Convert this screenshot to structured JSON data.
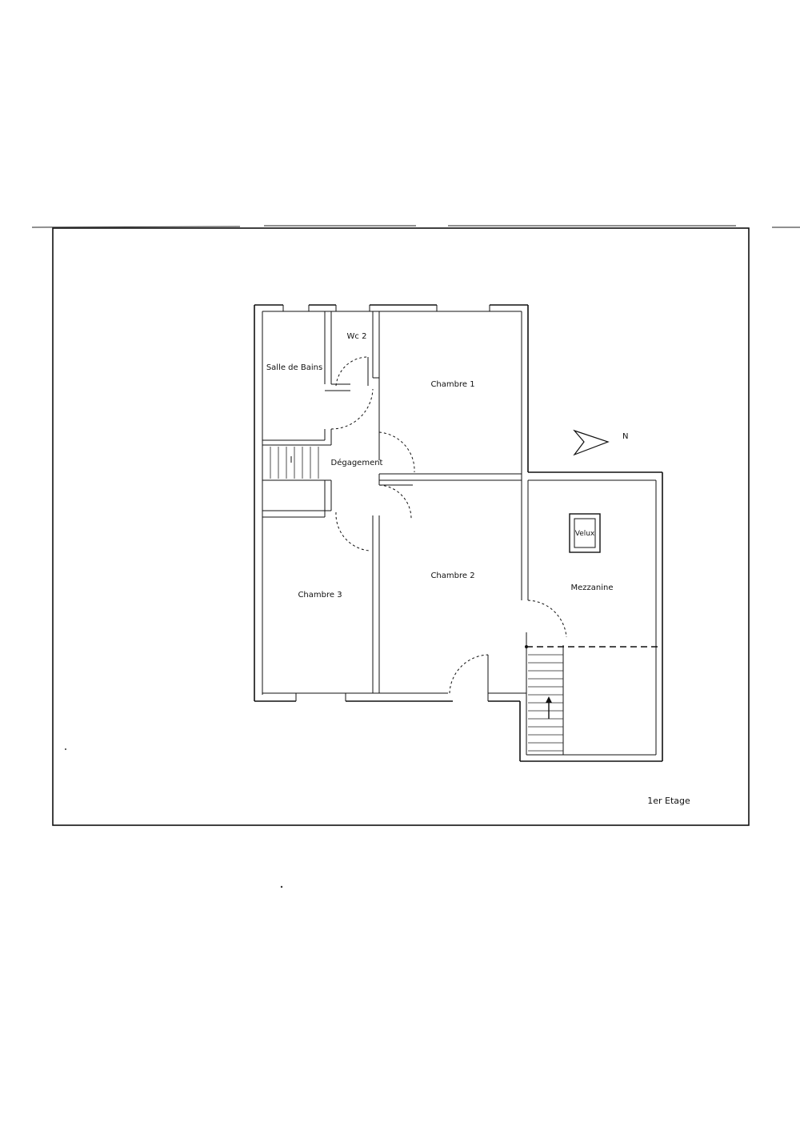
{
  "plan": {
    "floor_label": "1er Etage",
    "compass_label": "N",
    "rooms": {
      "salle_de_bains": "Salle de Bains",
      "wc": "Wc 2",
      "chambre_1": "Chambre 1",
      "degagement": "Dégagement",
      "chambre_2": "Chambre 2",
      "chambre_3": "Chambre 3",
      "mezzanine": "Mezzanine",
      "velux": "Velux"
    }
  }
}
